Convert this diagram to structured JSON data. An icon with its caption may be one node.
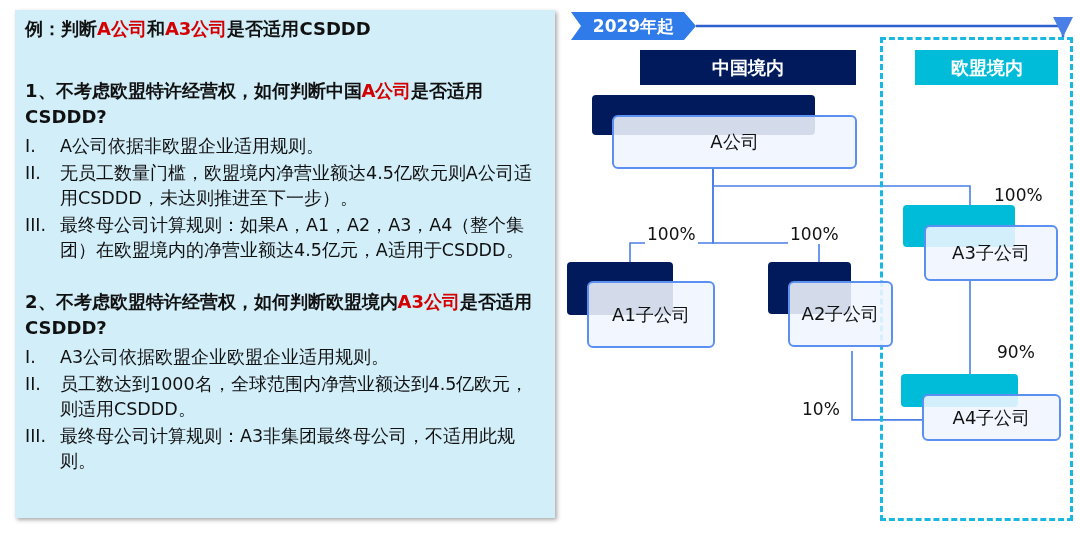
{
  "diagram": {
    "nodes": [
      {
        "text": [
          "例：判断**A公司**和**A3公司**是否适用CSDDD",
          "1、不考虑欧盟特许经营权，如何判断中国**A公司**是否适用CSDDD?",
          "I. A公司依据非欧盟企业适用规则。",
          "II. 无员工数量门槛，欧盟境内净营业额达4.5亿欧元则A公司适用CSDDD，未达则推进至下一步）。",
          "III. 最终母公司计算规则：如果A，A1，A2，A3，A4（整个集团）在欧盟境内的净营业额达4.5亿元，A适用于CSDDD。",
          "2、不考虑欧盟特许经营权，如何判断欧盟境内**A3公司**是否适用CSDDD?",
          "I. A3公司依据欧盟企业欧盟企业适用规则。",
          "II. 员工数达到1000名，全球范围内净营业额达到4.5亿欧元，则适用CSDDD。",
          "III. 最终母公司计算规则：A3非集团最终母公司，不适用此规则。"
        ]
      },
      {
        "text": [
          "2029年起"
        ]
      },
      {
        "text": [
          "中国境内"
        ]
      },
      {
        "text": [],
        "shape": "box"
      },
      {
        "text": [
          "欧盟境内"
        ],
        "in": 3
      },
      {
        "text": [
          "A公司"
        ]
      },
      {
        "text": [
          "A3子公司"
        ],
        "in": 3
      },
      {
        "text": [
          "A1子公司"
        ]
      },
      {
        "text": [
          "A2子公司"
        ]
      },
      {
        "text": [
          "A4子公司"
        ],
        "in": 3
      }
    ],
    "edges": [
      {
        "from": 1,
        "to": 3,
        "arrow": "to"
      },
      {
        "from": 5,
        "to": 7,
        "label": "100%",
        "arrow": "none"
      },
      {
        "from": 5,
        "to": 8,
        "label": "100%",
        "arrow": "none"
      },
      {
        "from": 5,
        "to": 6,
        "label": "100%",
        "arrow": "none"
      },
      {
        "from": 6,
        "to": 9,
        "label": "90%",
        "arrow": "none"
      },
      {
        "from": 8,
        "to": 9,
        "label": "10%",
        "arrow": "none"
      }
    ]
  }
}
